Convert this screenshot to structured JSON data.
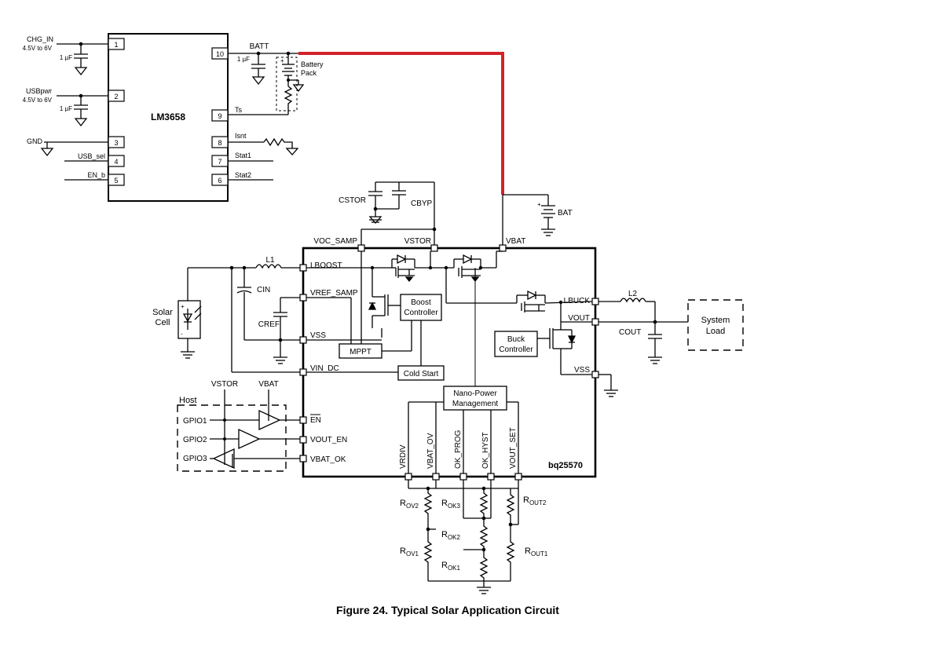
{
  "caption": "Figure 24.  Typical Solar Application Circuit",
  "lm3658": {
    "name": "LM3658",
    "pins": [
      "1",
      "2",
      "3",
      "4",
      "5",
      "10",
      "9",
      "8",
      "7",
      "6"
    ],
    "pin_labels": {
      "ts": "Ts",
      "isnt": "Isnt",
      "stat1": "Stat1",
      "stat2": "Stat2"
    },
    "chg_in": "CHG_IN",
    "chg_in_range": "4.5V to 6V",
    "usbpwr": "USBpwr",
    "usbpwr_range": "4.5V to 6V",
    "cap1": "1 µF",
    "cap2": "1 µF",
    "cap3": "1 µF",
    "gnd": "GND",
    "usb_sel": "USB_sel",
    "en_b": "EN_b",
    "batt": "BATT",
    "battery_pack_1": "Battery",
    "battery_pack_2": "Pack"
  },
  "bq25570": {
    "name": "bq25570",
    "voc_samp": "VOC_SAMP",
    "vstor": "VSTOR",
    "vbat": "VBAT",
    "lboost": "LBOOST",
    "vref_samp": "VREF_SAMP",
    "vss_left": "VSS",
    "vin_dc": "VIN_DC",
    "en": "EN",
    "vout_en": "VOUT_EN",
    "vbat_ok": "VBAT_OK",
    "lbuck": "LBUCK",
    "vout": "VOUT",
    "vss_right": "VSS",
    "bottom_pins": [
      "VRDIV",
      "VBAT_OV",
      "OK_PROG",
      "OK_HYST",
      "VOUT_SET"
    ],
    "boost_1": "Boost",
    "boost_2": "Controller",
    "buck_1": "Buck",
    "buck_2": "Controller",
    "mppt": "MPPT",
    "cold_start": "Cold Start",
    "npm_1": "Nano-Power",
    "npm_2": "Management"
  },
  "parts": {
    "cstor": "CSTOR",
    "cbyp": "CBYP",
    "bat": "BAT",
    "l1": "L1",
    "cin": "CIN",
    "cref": "CREF",
    "solar_1": "Solar",
    "solar_2": "Cell",
    "l2": "L2",
    "cout": "COUT",
    "load_1": "System",
    "load_2": "Load"
  },
  "host": {
    "title": "Host",
    "vstor": "VSTOR",
    "vbat": "VBAT",
    "gpio1": "GPIO1",
    "gpio2": "GPIO2",
    "gpio3": "GPIO3"
  },
  "resistors": [
    {
      "main": "R",
      "sub": "OV2"
    },
    {
      "main": "R",
      "sub": "OK3"
    },
    {
      "main": "R",
      "sub": "OUT2"
    },
    {
      "main": "R",
      "sub": "OK2"
    },
    {
      "main": "R",
      "sub": "OV1"
    },
    {
      "main": "R",
      "sub": "OUT1"
    },
    {
      "main": "R",
      "sub": "OK1"
    }
  ],
  "colors": {
    "battery_line": "#d4202a",
    "ink": "#000000"
  }
}
